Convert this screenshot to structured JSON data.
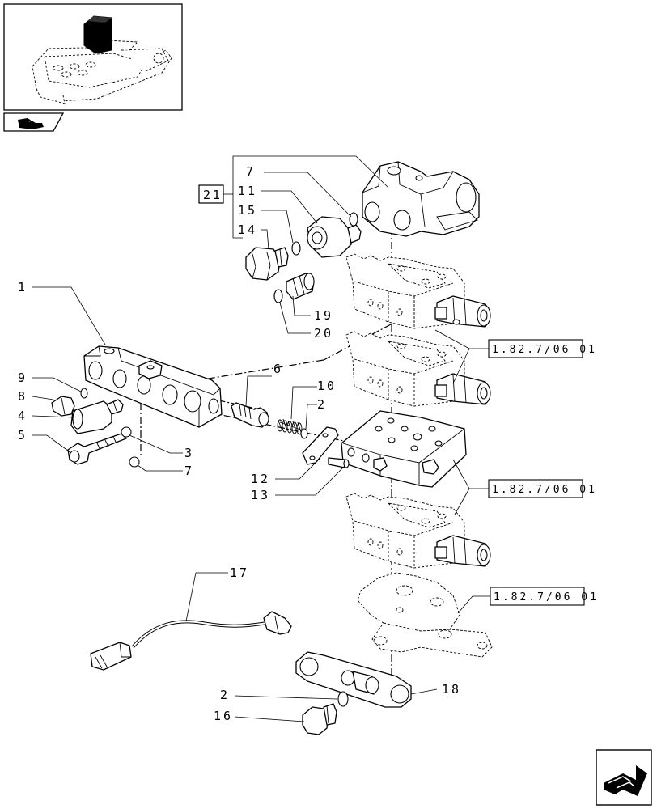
{
  "diagram": {
    "callouts": {
      "c1": "1",
      "c2a": "2",
      "c2b": "2",
      "c3": "3",
      "c4": "4",
      "c5": "5",
      "c6": "6",
      "c7a": "7",
      "c7b": "7",
      "c8": "8",
      "c9": "9",
      "c10": "10",
      "c11": "11",
      "c12": "12",
      "c13": "13",
      "c14": "14",
      "c15": "15",
      "c16": "16",
      "c17": "17",
      "c18": "18",
      "c19": "19",
      "c20": "20",
      "c21": "21"
    },
    "references": {
      "ref1": "1.82.7/06 01",
      "ref2": "1.82.7/06 01",
      "ref3": "1.82.7/06 01"
    }
  },
  "icons": {
    "thumbnail": "lift-assembly-thumbnail",
    "tab": "section-tab-icon",
    "next": "next-page-arrow-icon"
  }
}
